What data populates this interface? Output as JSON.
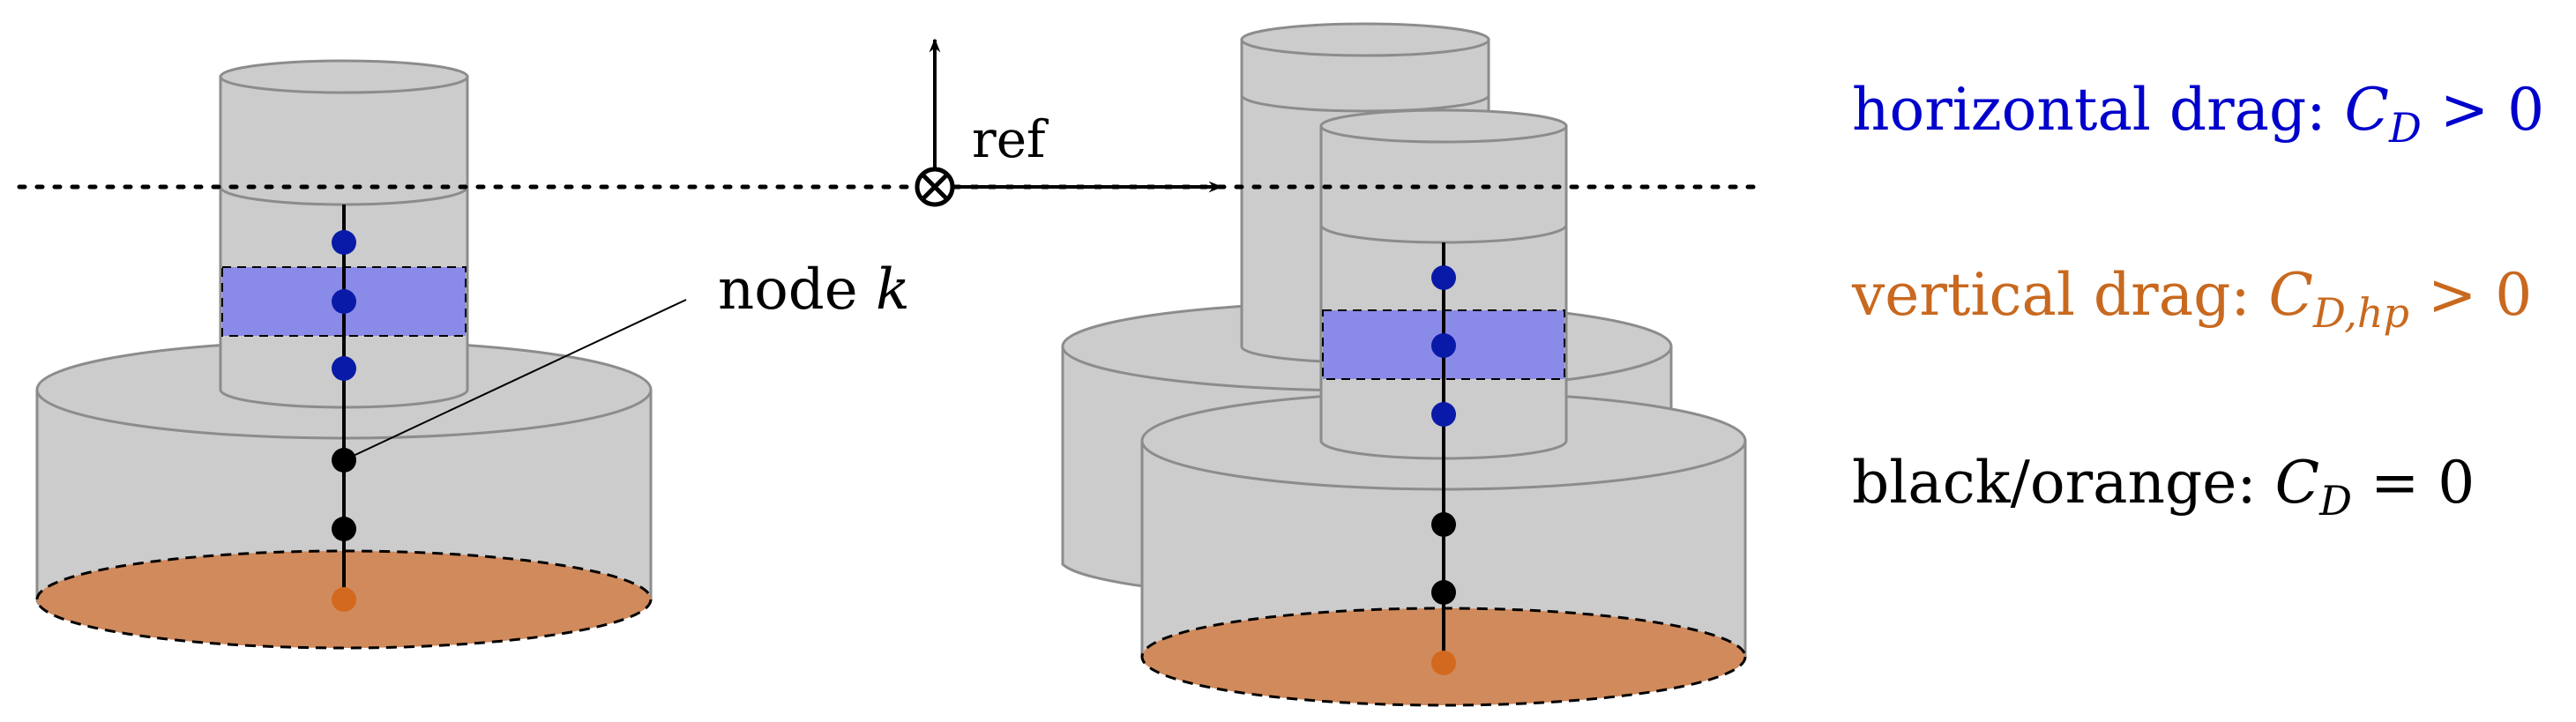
{
  "labels": {
    "node": "node ",
    "node_var": "k",
    "ref": "ref"
  },
  "legend": {
    "horizontal": {
      "text": "horizontal drag: ",
      "sym": "C",
      "sub": "D",
      "rel": " > 0",
      "color": "#0000cc"
    },
    "vertical": {
      "text": "vertical drag: ",
      "sym": "C",
      "sub": "D,hp",
      "rel": " > 0",
      "color": "#c8691f"
    },
    "zero": {
      "text": "black/orange: ",
      "sym": "C",
      "sub": "D",
      "rel": " = 0",
      "color": "#000000"
    }
  },
  "colors": {
    "body_gray": "#cccccc",
    "outline_gray": "#8c8c8c",
    "drag_band": "#8a8ae8",
    "bottom_plate": "#d08a5c",
    "node_blue": "#0a1aa8",
    "node_black": "#000000",
    "node_orange": "#d2691e"
  }
}
